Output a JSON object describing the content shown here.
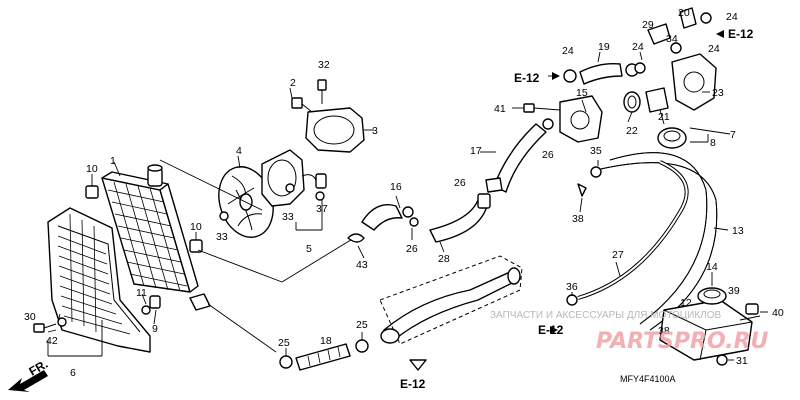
{
  "diagram": {
    "diagram_code": "MFY4F4100A",
    "front_label": "FR.",
    "ref_label": "E-12",
    "watermark": {
      "text": "ЗАПЧАСТИ И АКСЕССУАРЫ ДЛЯ МОТОЦИКЛОВ",
      "logo": "PARTSPRO.RU"
    },
    "callouts": {
      "c1": "1",
      "c2": "2",
      "c3": "3",
      "c4": "4",
      "c5": "5",
      "c6": "6",
      "c7": "7",
      "c8": "8",
      "c9": "9",
      "c10a": "10",
      "c10b": "10",
      "c11": "11",
      "c12": "12",
      "c13": "13",
      "c14": "14",
      "c15": "15",
      "c16": "16",
      "c17": "17",
      "c18": "18",
      "c19": "19",
      "c20": "20",
      "c21": "21",
      "c22": "22",
      "c23": "23",
      "c24a": "24",
      "c24b": "24",
      "c24c": "24",
      "c24d": "24",
      "c25a": "25",
      "c25b": "25",
      "c26a": "26",
      "c26b": "26",
      "c26c": "26",
      "c27": "27",
      "c28": "28",
      "c29": "29",
      "c30": "30",
      "c31": "31",
      "c32": "32",
      "c33a": "33",
      "c33b": "33",
      "c34": "34",
      "c35": "35",
      "c36": "36",
      "c37": "37",
      "c38a": "38",
      "c38b": "38",
      "c39": "39",
      "c40": "40",
      "c41": "41",
      "c42": "42",
      "c43": "43"
    }
  }
}
